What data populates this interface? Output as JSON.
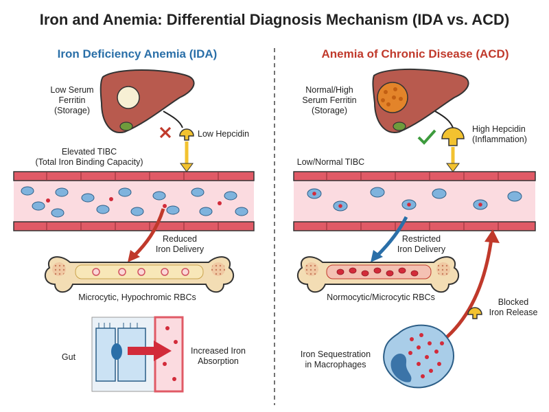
{
  "title": "Iron and Anemia: Differential Diagnosis Mechanism (IDA vs. ACD)",
  "colors": {
    "ida": "#2a6fa8",
    "acd": "#c0392b",
    "vessel": "#e05a66",
    "vessel_lumen": "#fbdbe0",
    "rbc": "#7fb3dd",
    "hepcidin": "#f2c230",
    "bone": "#f3ddb4"
  },
  "ida": {
    "heading": "Iron Deficiency Anemia (IDA)",
    "liver_label": [
      "Low Serum",
      "Ferritin",
      "(Storage)"
    ],
    "hepcidin_label": "Low Hepcidin",
    "tibc_label": [
      "Elevated TIBC",
      "(Total Iron Binding Capacity)"
    ],
    "delivery_label": [
      "Reduced",
      "Iron Delivery"
    ],
    "rbc_label": "Microcytic, Hypochromic RBCs",
    "gut_label": "Gut",
    "absorption_label": [
      "Increased Iron",
      "Absorption"
    ]
  },
  "acd": {
    "heading": "Anemia of Chronic Disease (ACD)",
    "liver_label": [
      "Normal/High",
      "Serum Ferritin",
      "(Storage)"
    ],
    "hepcidin_label": [
      "High Hepcidin",
      "(Inflammation)"
    ],
    "tibc_label": "Low/Normal TIBC",
    "delivery_label": [
      "Restricted",
      "Iron Delivery"
    ],
    "rbc_label": "Normocytic/Microcytic RBCs",
    "release_label": [
      "Blocked",
      "Iron Release"
    ],
    "macrophage_label": [
      "Iron Sequestration",
      "in Macrophages"
    ]
  }
}
